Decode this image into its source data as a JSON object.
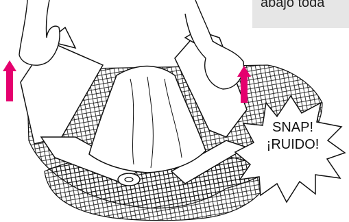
{
  "caption": {
    "text": "abajo toda"
  },
  "burst": {
    "line1": "SNAP!",
    "line2": "¡RUIDO!"
  },
  "colors": {
    "arrow": "#e5006e",
    "line": "#111111",
    "caption_bg": "#e6e6e6"
  },
  "icons": [
    "up-arrow-icon",
    "up-arrow-icon"
  ]
}
